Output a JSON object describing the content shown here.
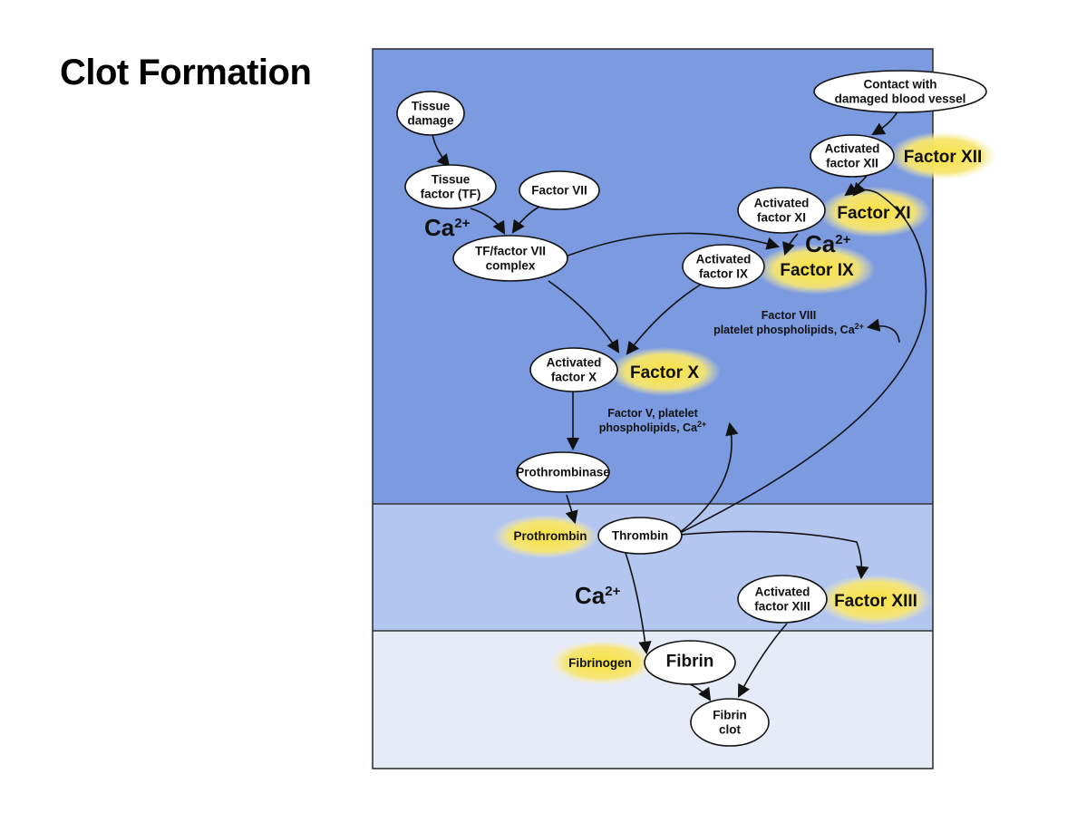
{
  "title": "Clot Formation",
  "nodes": {
    "tissue_damage": [
      "Tissue",
      "damage"
    ],
    "contact": [
      "Contact with",
      "damaged blood vessel"
    ],
    "tissue_factor": [
      "Tissue",
      "factor (TF)"
    ],
    "factor_vii": [
      "Factor VII"
    ],
    "tf_complex": [
      "TF/factor VII",
      "complex"
    ],
    "act_xii": [
      "Activated",
      "factor XII"
    ],
    "act_xi": [
      "Activated",
      "factor XI"
    ],
    "act_ix": [
      "Activated",
      "factor IX"
    ],
    "act_x": [
      "Activated",
      "factor X"
    ],
    "prothrombinase": [
      "Prothrombinase"
    ],
    "thrombin": [
      "Thrombin"
    ],
    "act_xiii": [
      "Activated",
      "factor XIII"
    ],
    "fibrin": [
      "Fibrin"
    ],
    "fibrin_clot": [
      "Fibrin",
      "clot"
    ]
  },
  "factors": {
    "xii": "Factor XII",
    "xi": "Factor XI",
    "ix": "Factor IX",
    "x": "Factor X",
    "xiii": "Factor XIII",
    "prothrombin": "Prothrombin",
    "fibrinogen": "Fibrinogen"
  },
  "cofactors": {
    "viii": [
      "Factor VIII",
      "platelet phospholipids, Ca"
    ],
    "v": [
      "Factor V, platelet",
      "phospholipids, Ca"
    ]
  },
  "ion": {
    "base": "Ca",
    "charge": "2+"
  },
  "colors": {
    "zone_top": "#7b9ae0",
    "zone_mid": "#b3c6ef",
    "zone_bottom": "#e6ebf7",
    "highlight": "#f7e04a",
    "border": "#333333"
  }
}
